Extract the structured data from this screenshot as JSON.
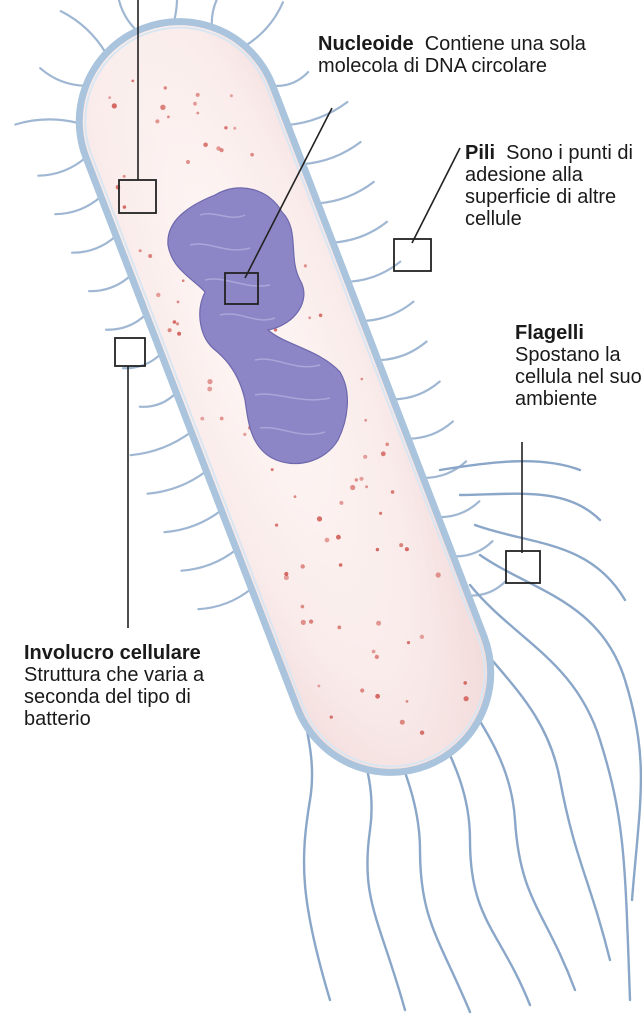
{
  "labels": {
    "nucleoide": {
      "title": "Nucleoide",
      "text": "Contiene una sola molecola di DNA circolare"
    },
    "pili": {
      "title": "Pili",
      "text": "Sono i punti di adesione alla superficie di altre cellule"
    },
    "flagelli": {
      "title": "Flagelli",
      "text": "Spostano la cellula nel suo ambiente"
    },
    "involucro": {
      "title": "Involucro cellulare",
      "text": "Struttura che varia a seconda del tipo di batterio"
    }
  },
  "colors": {
    "cytoplasm": "#fbeeed",
    "membrane": "#a9c4dc",
    "nucleoid": "#8c86c6",
    "ribosome": "#d2605a",
    "flagellum": "#8aa6c8",
    "leader": "#222222"
  }
}
